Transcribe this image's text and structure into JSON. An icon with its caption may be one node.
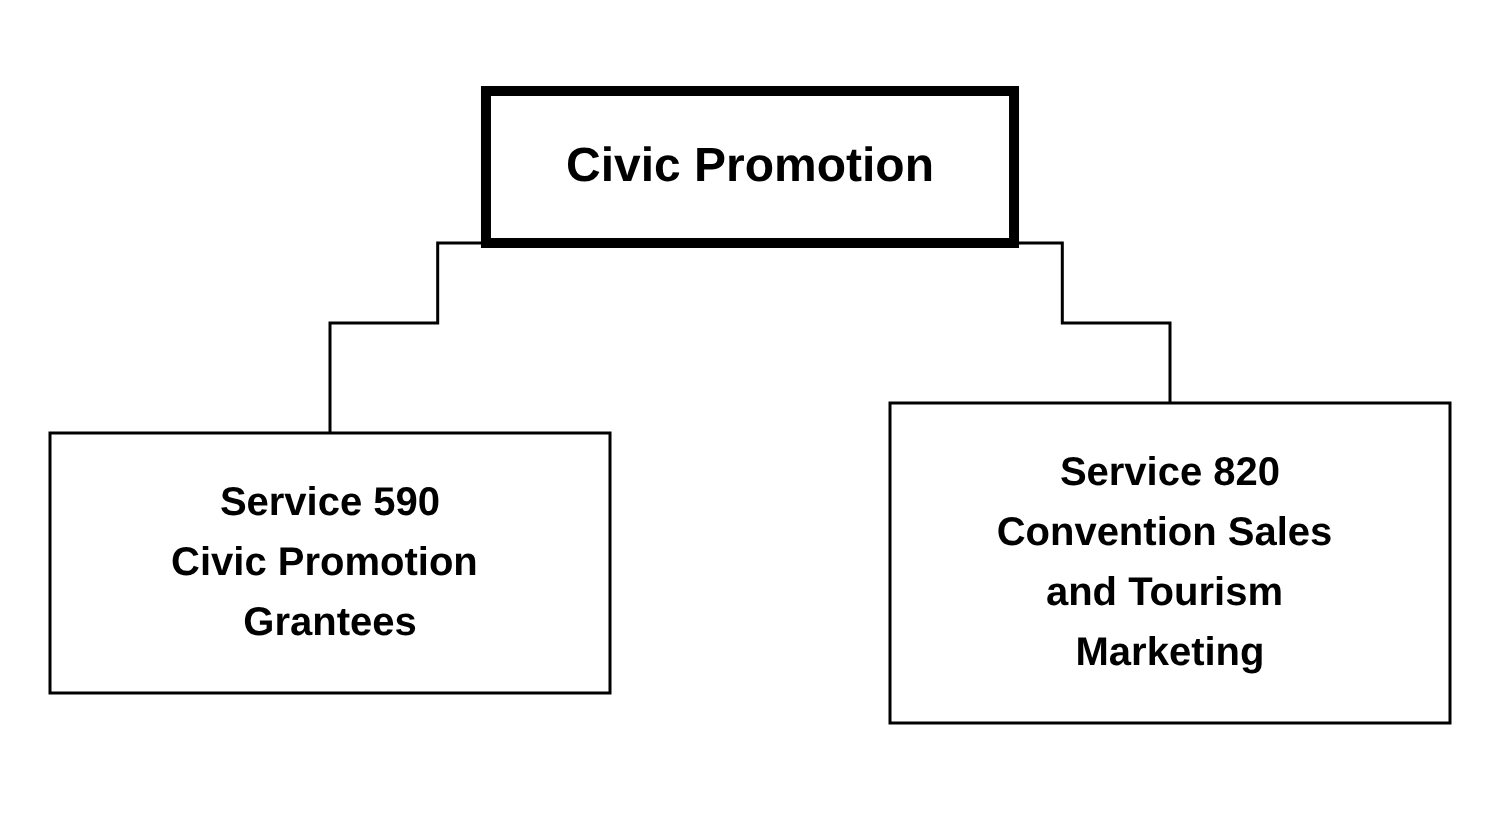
{
  "diagram": {
    "nodes": [
      {
        "text": [
          "Civic Promotion"
        ]
      },
      {
        "text": [
          "Service 590",
          "Civic Promotion Grantees"
        ]
      },
      {
        "text": [
          "Service 820",
          "Convention Sales and Tourism Marketing"
        ]
      }
    ],
    "edges": [
      {
        "from": 0,
        "to": 1,
        "arrow": "none"
      },
      {
        "from": 0,
        "to": 2,
        "arrow": "none"
      }
    ]
  }
}
